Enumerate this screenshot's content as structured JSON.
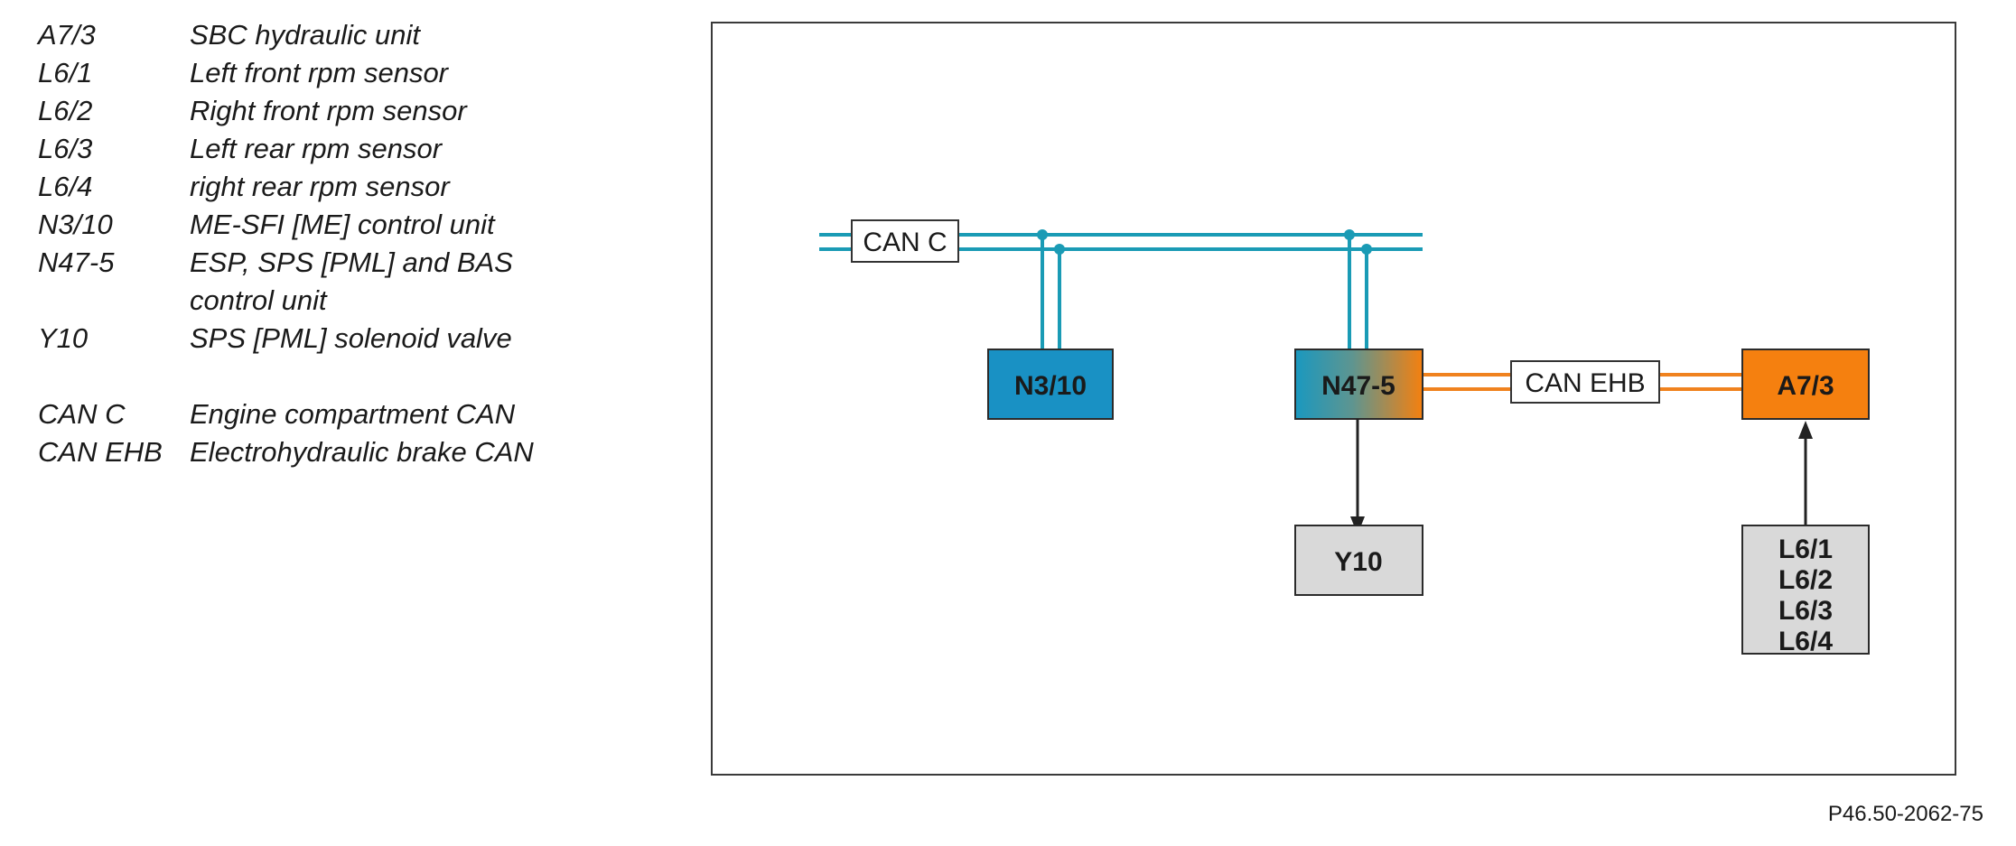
{
  "legend": {
    "items": [
      {
        "code": "A7/3",
        "desc": [
          "SBC hydraulic unit"
        ]
      },
      {
        "code": "L6/1",
        "desc": [
          "Left front rpm sensor"
        ]
      },
      {
        "code": "L6/2",
        "desc": [
          "Right front rpm sensor"
        ]
      },
      {
        "code": "L6/3",
        "desc": [
          "Left rear rpm sensor"
        ]
      },
      {
        "code": "L6/4",
        "desc": [
          "right rear rpm sensor"
        ]
      },
      {
        "code": "N3/10",
        "desc": [
          "ME-SFI [ME] control unit"
        ]
      },
      {
        "code": "N47-5",
        "desc": [
          "ESP, SPS [PML] and BAS",
          "control unit"
        ]
      },
      {
        "code": "Y10",
        "desc": [
          "SPS [PML] solenoid valve"
        ]
      }
    ],
    "bus_items": [
      {
        "code": "CAN C",
        "desc": [
          "Engine compartment CAN"
        ]
      },
      {
        "code": "CAN EHB",
        "desc": [
          "Electrohydraulic brake CAN"
        ]
      }
    ]
  },
  "diagram": {
    "buses": {
      "can_c": "CAN C",
      "can_ehb": "CAN EHB"
    },
    "boxes": {
      "n3_10": "N3/10",
      "n47_5": "N47-5",
      "a7_3": "A7/3",
      "y10": "Y10",
      "sensors": [
        "L6/1",
        "L6/2",
        "L6/3",
        "L6/4"
      ]
    },
    "colors": {
      "can_c": "#1a9bb5",
      "can_ehb": "#f0821e",
      "n3_10_fill": "#1991c4",
      "a7_3_fill": "#f5800f",
      "grey_fill": "#d9d9d9"
    }
  },
  "figure_ref": "P46.50-2062-75"
}
